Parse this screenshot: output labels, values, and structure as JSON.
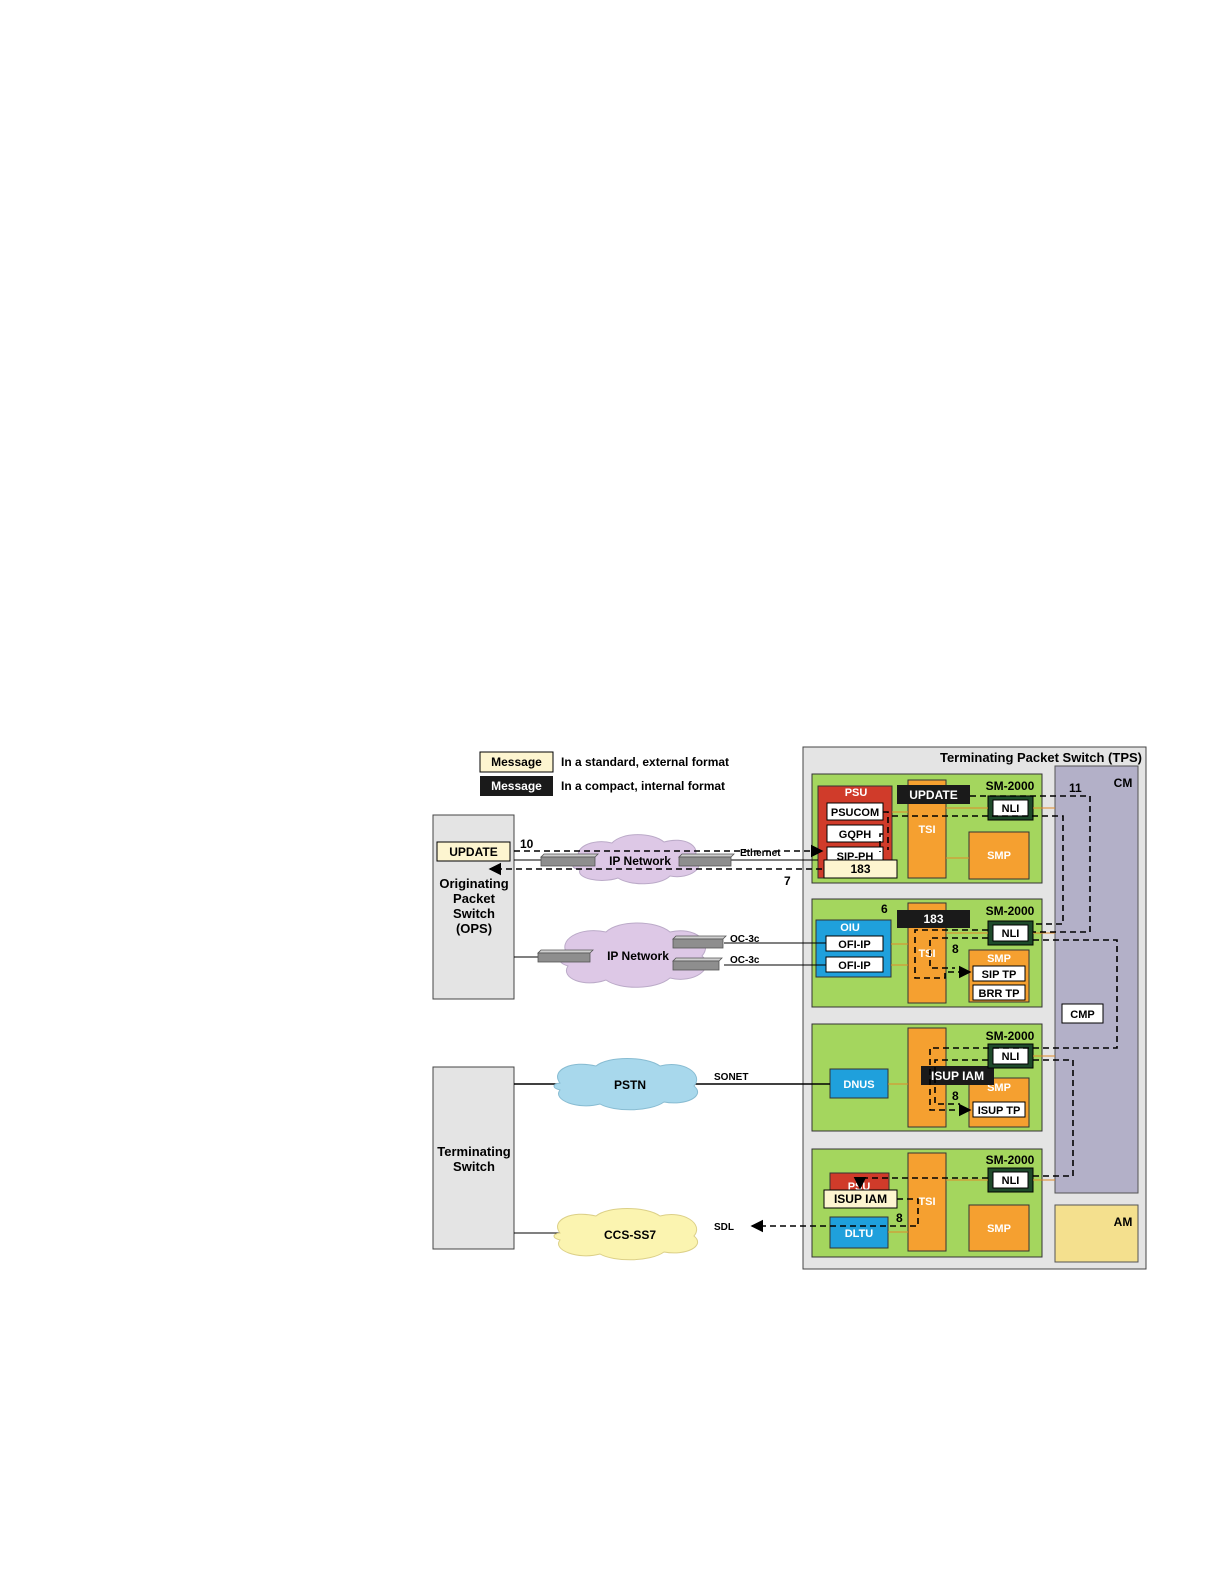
{
  "legend": {
    "standard_sample": "Message",
    "standard_desc": "In a standard, external format",
    "compact_sample": "Message",
    "compact_desc": "In a compact, internal format"
  },
  "tps": {
    "title": "Terminating Packet Switch (TPS)",
    "cm": "CM",
    "cmp": "CMP",
    "am": "AM"
  },
  "sm1": {
    "name": "SM-2000",
    "psu": "PSU",
    "psucom": "PSUCOM",
    "gqph": "GQPH",
    "sipph": "SIP-PH",
    "msg_183": "183",
    "msg_update": "UPDATE",
    "tsi": "TSI",
    "smp": "SMP",
    "nli": "NLI"
  },
  "sm2": {
    "name": "SM-2000",
    "oiu": "OIU",
    "ofi1": "OFI-IP",
    "ofi2": "OFI-IP",
    "msg_183": "183",
    "tsi": "TSI",
    "smp": "SMP",
    "sip_tp": "SIP TP",
    "brr_tp": "BRR TP",
    "nli": "NLI"
  },
  "sm3": {
    "name": "SM-2000",
    "dnus": "DNUS",
    "msg_iam": "ISUP IAM",
    "smp": "SMP",
    "isup_tp": "ISUP TP",
    "nli": "NLI"
  },
  "sm4": {
    "name": "SM-2000",
    "psu": "PSU",
    "msg_iam": "ISUP IAM",
    "dltu": "DLTU",
    "tsi": "TSI",
    "smp": "SMP",
    "nli": "NLI"
  },
  "ops": {
    "msg_update": "UPDATE",
    "line1": "Originating",
    "line2": "Packet",
    "line3": "Switch",
    "line4": "(OPS)"
  },
  "terminating_switch": {
    "line1": "Terminating",
    "line2": "Switch"
  },
  "networks": {
    "ip1": "IP Network",
    "ip2": "IP Network",
    "pstn": "PSTN",
    "ccs": "CCS-SS7"
  },
  "links": {
    "ethernet": "Ethernet",
    "oc3c_1": "OC-3c",
    "oc3c_2": "OC-3c",
    "sonet": "SONET",
    "sdl": "SDL"
  },
  "steps": {
    "s10": "10",
    "s7": "7",
    "s11": "11",
    "s6": "6",
    "s8a": "8",
    "s8b": "8",
    "s8c": "8"
  },
  "colors": {
    "sm_green": "#a4d65e",
    "psu_red": "#d03b2a",
    "tsi_orange": "#f5a030",
    "oiu_blue": "#1fa0dc",
    "cm_lavender": "#b3b0c8",
    "am_yellow": "#f4e08e",
    "msg_standard": "#fdf5d0",
    "msg_compact": "#1a1a1a",
    "cloud_purple": "#ddc8e6",
    "cloud_blue": "#a8d8ec",
    "cloud_yellow": "#fbf4b0"
  }
}
